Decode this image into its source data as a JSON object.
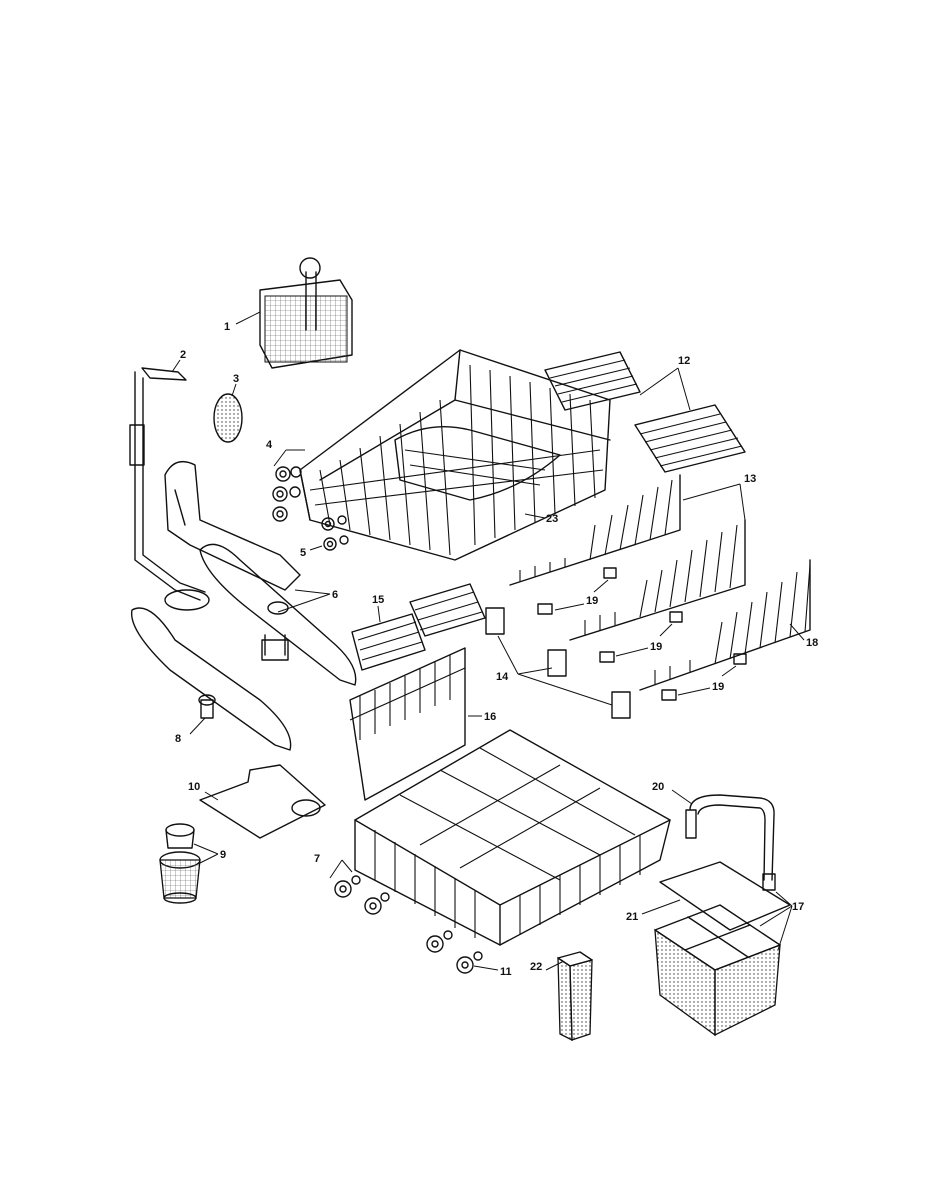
{
  "callouts": {
    "c1": "1",
    "c2": "2",
    "c3": "3",
    "c4": "4",
    "c5": "5",
    "c6": "6",
    "c7": "7",
    "c8": "8",
    "c9": "9",
    "c10": "10",
    "c11": "11",
    "c12": "12",
    "c13": "13",
    "c14": "14",
    "c15": "15",
    "c16": "16",
    "c17": "17",
    "c18": "18",
    "c19a": "19",
    "c19b": "19",
    "c19c": "19",
    "c20": "20",
    "c21": "21",
    "c22": "22",
    "c23": "23"
  }
}
